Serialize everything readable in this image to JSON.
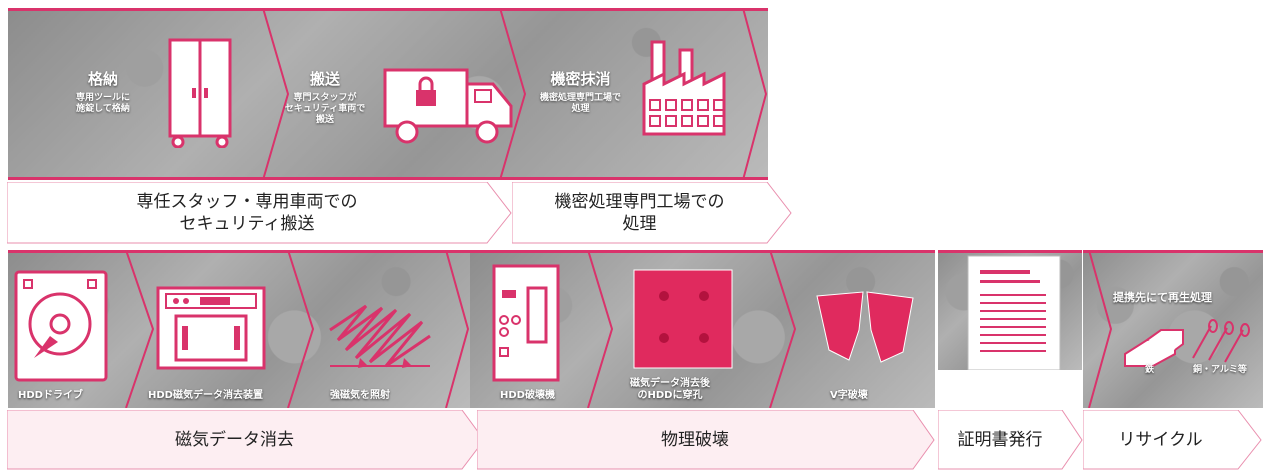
{
  "top_row": {
    "steps": [
      {
        "title": "格納",
        "sub": "専用ツールに\n施錠して格納",
        "icon": "storage-cabinet-icon"
      },
      {
        "title": "搬送",
        "sub": "専門スタッフが\nセキュリティ車両で\n搬送",
        "icon": "security-truck-icon"
      },
      {
        "title": "機密抹消",
        "sub": "機密処理専門工場で\n処理",
        "icon": "factory-icon"
      }
    ],
    "labels": [
      "専任スタッフ・専用車両での\nセキュリティ搬送",
      "機密処理専門工場での\n処理"
    ]
  },
  "bottom_row": {
    "panels": [
      {
        "caption": "HDDドライブ",
        "icon": "hdd-drive-icon"
      },
      {
        "caption": "HDD磁気データ消去装置",
        "icon": "degausser-icon"
      },
      {
        "caption": "強磁気を照射",
        "icon": "magnetic-irradiation-icon"
      },
      {
        "caption": "HDD破壊機",
        "icon": "hdd-crusher-icon"
      },
      {
        "caption": "磁気データ消去後\nのHDDに穿孔",
        "icon": "drilled-hdd-icon"
      },
      {
        "caption": "V字破壊",
        "icon": "v-bend-icon"
      },
      {
        "caption": "",
        "icon": "certificate-document-icon"
      },
      {
        "caption": "提携先にて再生処理",
        "icon": "recycle-materials-icon",
        "materials": [
          "鉄",
          "銅・アルミ等"
        ]
      }
    ],
    "labels": [
      "磁気データ消去",
      "物理破壊",
      "証明書発行",
      "リサイクル"
    ]
  },
  "colors": {
    "accent": "#d9336b",
    "label_fill": "#fdeef2",
    "label_border": "#e98fae"
  }
}
